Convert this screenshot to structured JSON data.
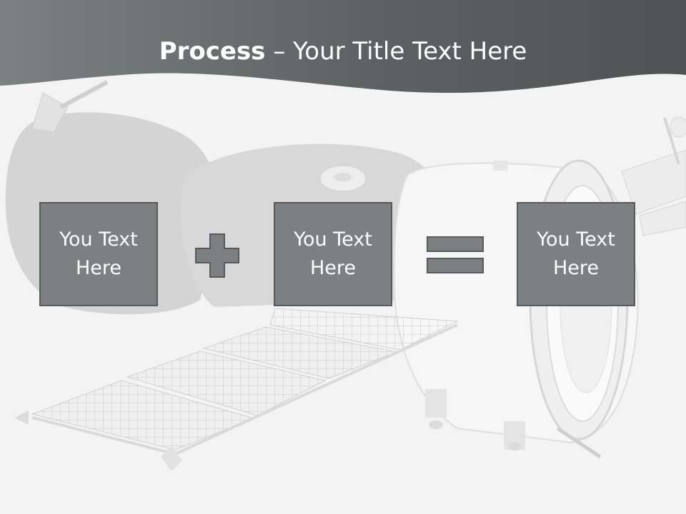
{
  "title": {
    "strong": "Process",
    "rest": " – Your Title Text Here"
  },
  "boxes": [
    {
      "text": "You Text Here"
    },
    {
      "text": "You Text Here"
    },
    {
      "text": "You Text Here"
    }
  ],
  "operators": [
    "plus-icon",
    "equals-icon"
  ],
  "colors": {
    "header": "#5c6060",
    "box_fill": "#7d8080",
    "box_border": "#575a5a",
    "background": "#f3f3f3",
    "text": "#ffffff"
  }
}
